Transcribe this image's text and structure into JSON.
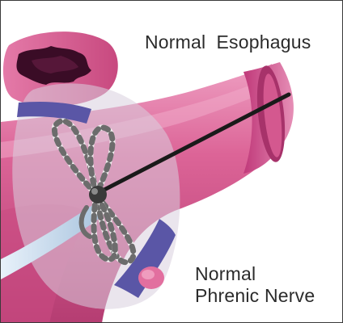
{
  "labels": {
    "esophagus": "Normal  Esophagus",
    "nerve_line1": "Normal",
    "nerve_line2": "Phrenic Nerve"
  },
  "colors": {
    "tissue": "#d9598e",
    "tissue_light": "#ec96bb",
    "tissue_dark": "#9b2d5c",
    "lumen": "#4a1030",
    "nerve_band": "#5a56a6",
    "zone": "#cfc6d6",
    "sheath": "#c9dcee",
    "catheter": "#1a1a1a"
  }
}
